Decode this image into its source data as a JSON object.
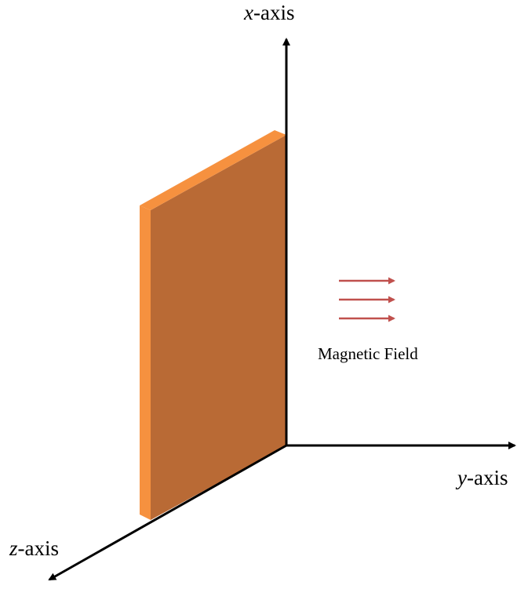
{
  "axes": {
    "x": {
      "var": "x",
      "suffix": "-axis"
    },
    "y": {
      "var": "y",
      "suffix": "-axis"
    },
    "z": {
      "var": "z",
      "suffix": "-axis"
    }
  },
  "field": {
    "label": "Magnetic Field",
    "arrow_count": 3
  },
  "colors": {
    "plate_front": "#b96a35",
    "plate_edge": "#f6913f",
    "field_arrow": "#c0504d",
    "axis": "#000000"
  }
}
